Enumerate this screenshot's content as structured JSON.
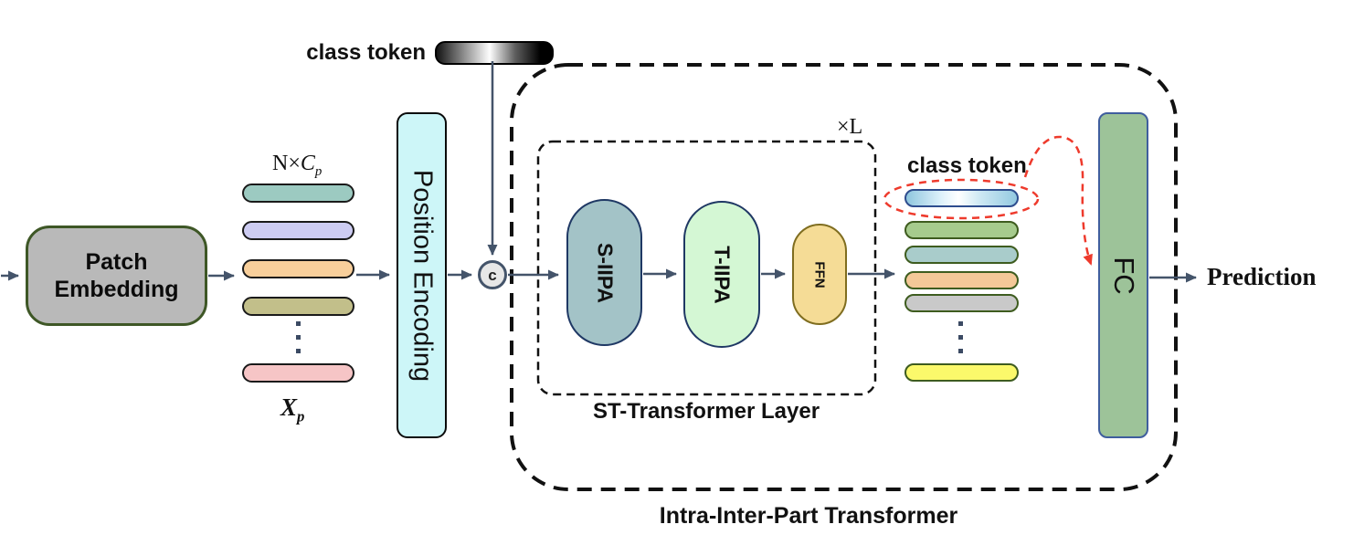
{
  "colors": {
    "arrow": "#44546a",
    "red_accent": "#ee3a2c",
    "dashed_border": "#111111"
  },
  "patch_embedding": {
    "label": "Patch Embedding"
  },
  "patch_tokens": {
    "dim_label": {
      "prefix": "N×",
      "var": "C",
      "sub": "p"
    },
    "matrix_label": {
      "var": "X",
      "sub": "p"
    },
    "pills": [
      {
        "name": "teal-pill",
        "fill": "#9ccac1",
        "border": "#1a1a1a"
      },
      {
        "name": "lavender-pill",
        "fill": "#cdccf2",
        "border": "#1a1a1a"
      },
      {
        "name": "orange-pill",
        "fill": "#f8cf9b",
        "border": "#1a1a1a"
      },
      {
        "name": "olive-pill",
        "fill": "#c2bf8a",
        "border": "#1a1a1a"
      },
      {
        "name": "pink-pill",
        "fill": "#f6c5c6",
        "border": "#1a1a1a"
      }
    ]
  },
  "position_encoding": {
    "label": "Position Encoding",
    "fill": "#cdf6f8"
  },
  "class_token_in": {
    "label": "class token"
  },
  "concat": {
    "symbol": "c"
  },
  "iipt": {
    "container_label": "Intra-Inter-Part Transformer",
    "repeat_label": "×L",
    "st_layer": {
      "label": "ST-Transformer Layer",
      "blocks": [
        {
          "label": "S-IIPA",
          "fill": "#a3c3c7",
          "border": "#1f3864"
        },
        {
          "label": "T-IIPA",
          "fill": "#d4f7d4",
          "border": "#1f3864"
        },
        {
          "label": "FFN",
          "fill": "#f5dc96",
          "border": "#7f6d1f"
        }
      ]
    },
    "class_token_out": {
      "label": "class token"
    },
    "output_pills": [
      {
        "name": "class-token-output-pill",
        "gradient": true,
        "border": "#2e4d8e"
      },
      {
        "name": "green-pill",
        "fill": "#a6cb8d",
        "border": "#3e5c1f"
      },
      {
        "name": "teal-pill",
        "fill": "#a9cccb",
        "border": "#3e5c1f"
      },
      {
        "name": "orange-pill",
        "fill": "#f4c898",
        "border": "#3e5c1f"
      },
      {
        "name": "gray-pill",
        "fill": "#c9c9c9",
        "border": "#3e5c1f"
      },
      {
        "name": "yellow-pill",
        "fill": "#fbf96b",
        "border": "#3e5c1f"
      }
    ],
    "fc": {
      "label": "FC",
      "fill": "#9dc399",
      "border": "#3f5e9e"
    }
  },
  "prediction": {
    "label": "Prediction"
  }
}
